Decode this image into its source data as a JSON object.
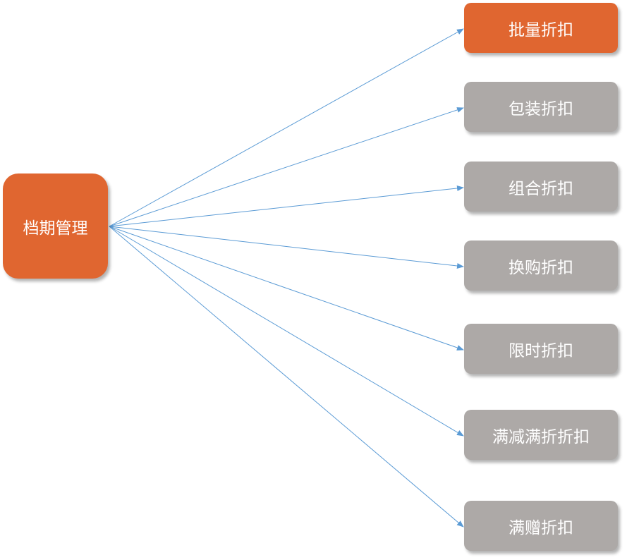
{
  "source": {
    "label": "档期管理"
  },
  "targets": [
    {
      "label": "批量折扣",
      "active": true
    },
    {
      "label": "包装折扣",
      "active": false
    },
    {
      "label": "组合折扣",
      "active": false
    },
    {
      "label": "换购折扣",
      "active": false
    },
    {
      "label": "限时折扣",
      "active": false
    },
    {
      "label": "满减满折折扣",
      "active": false
    },
    {
      "label": "满赠折扣",
      "active": false
    }
  ],
  "colors": {
    "accent": "#E06630",
    "inactive": "#ADA9A7",
    "arrow": "#5B9BD5"
  }
}
